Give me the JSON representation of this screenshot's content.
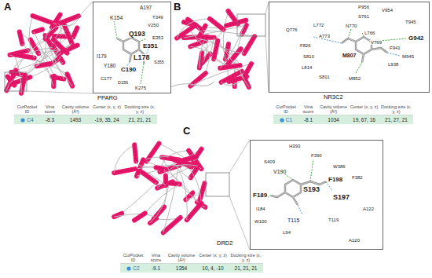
{
  "diagram": {
    "nodes": [
      {
        "text": [
          "A197",
          "K154",
          "T349",
          "V250",
          "Q193",
          "E353",
          "E351",
          "I179",
          "L178",
          "Y180",
          "C190",
          "S355",
          "C177",
          "D156",
          "K275"
        ]
      },
      {
        "text": [
          "P956",
          "V954",
          "S761",
          "T945",
          "Q776",
          "L772",
          "N770",
          "L766",
          "A773",
          "G942",
          "V769",
          "F941",
          "F826",
          "M945",
          "S810",
          "M807",
          "L938",
          "L814",
          "S811",
          "M852"
        ]
      },
      {
        "text": [
          "H393",
          "F390",
          "S409",
          "V190",
          "W386",
          "F198",
          "F382",
          "S193",
          "F189",
          "S197",
          "A122",
          "I184",
          "T115",
          "T119",
          "W100",
          "L94",
          "A120"
        ]
      }
    ],
    "labels": [
      "A",
      "PPARG",
      "CurPocket ID",
      "Vina score",
      "Cavity volume (Å³)",
      "Center (x, y, z)",
      "Docking size (x, y, z)",
      "C4",
      "-8.3",
      "1493",
      "-19, 35, 24",
      "21, 21, 21",
      "B",
      "NR3C2",
      "CurPocket ID",
      "Vina score",
      "Cavity volume (Å³)",
      "Center (x, y, z)",
      "Docking size (x, y, z)",
      "C1",
      "-8.1",
      "1034",
      "19, 67, 16",
      "21, 27, 21",
      "C",
      "DRD2",
      "CurPocket ID",
      "Vina score",
      "Cavity volume (Å³)",
      "Center (x, y, z)",
      "Docking size (x, y, z)",
      "C2",
      "-9.1",
      "1354",
      "10, 4, -10",
      "21, 21, 21"
    ]
  }
}
